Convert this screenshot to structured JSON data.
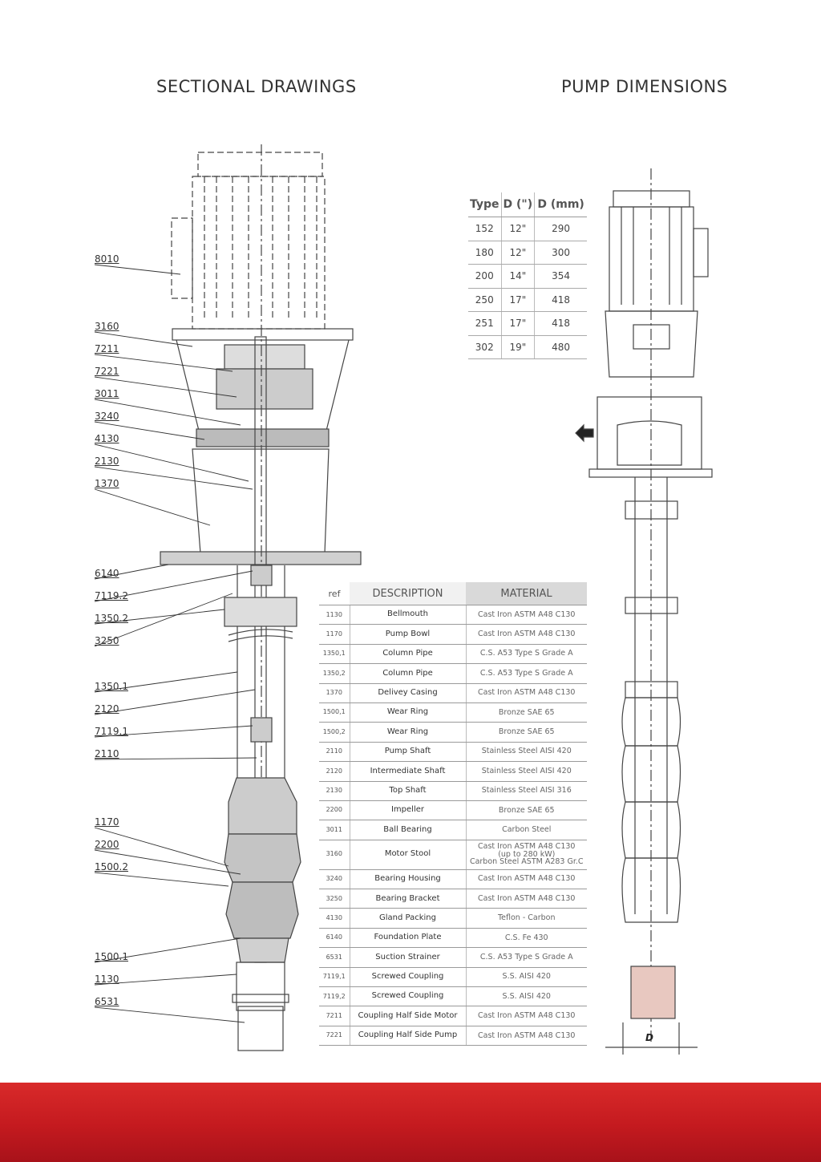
{
  "titles": {
    "sectional": "SECTIONAL DRAWINGS",
    "dimensions": "PUMP DIMENSIONS"
  },
  "dim_table": {
    "headers": [
      "Type",
      "D (\")",
      "D (mm)"
    ],
    "rows": [
      [
        "152",
        "12\"",
        "290"
      ],
      [
        "180",
        "12\"",
        "300"
      ],
      [
        "200",
        "14\"",
        "354"
      ],
      [
        "250",
        "17\"",
        "418"
      ],
      [
        "251",
        "17\"",
        "418"
      ],
      [
        "302",
        "19\"",
        "480"
      ]
    ]
  },
  "material_table": {
    "headers": [
      "ref",
      "DESCRIPTION",
      "MATERIAL"
    ],
    "rows": [
      [
        "1130",
        "Bellmouth",
        "Cast Iron ASTM A48 C130"
      ],
      [
        "1170",
        "Pump Bowl",
        "Cast Iron ASTM A48 C130"
      ],
      [
        "1350,1",
        "Column Pipe",
        "C.S. A53 Type S Grade A"
      ],
      [
        "1350,2",
        "Column Pipe",
        "C.S. A53 Type S Grade A"
      ],
      [
        "1370",
        "Delivey Casing",
        "Cast Iron ASTM A48 C130"
      ],
      [
        "1500,1",
        "Wear Ring",
        "Bronze SAE 65"
      ],
      [
        "1500,2",
        "Wear Ring",
        "Bronze SAE 65"
      ],
      [
        "2110",
        "Pump Shaft",
        "Stainless Steel AISI 420"
      ],
      [
        "2120",
        "Intermediate Shaft",
        "Stainless Steel AISI 420"
      ],
      [
        "2130",
        "Top Shaft",
        "Stainless Steel AISI 316"
      ],
      [
        "2200",
        "Impeller",
        "Bronze SAE 65"
      ],
      [
        "3011",
        "Ball Bearing",
        "Carbon Steel"
      ],
      [
        "3160",
        "Motor Stool",
        "Cast Iron ASTM A48 C130\n(up to 280 kW)\nCarbon Steel ASTM A283 Gr.C"
      ],
      [
        "3240",
        "Bearing Housing",
        "Cast Iron ASTM A48 C130"
      ],
      [
        "3250",
        "Bearing Bracket",
        "Cast Iron ASTM A48 C130"
      ],
      [
        "4130",
        "Gland Packing",
        "Teflon - Carbon"
      ],
      [
        "6140",
        "Foundation Plate",
        "C.S. Fe 430"
      ],
      [
        "6531",
        "Suction Strainer",
        "C.S. A53 Type S Grade A"
      ],
      [
        "7119,1",
        "Screwed Coupling",
        "S.S. AISI 420"
      ],
      [
        "7119,2",
        "Screwed Coupling",
        "S.S. AISI 420"
      ],
      [
        "7211",
        "Coupling Half Side Motor",
        "Cast Iron ASTM A48 C130"
      ],
      [
        "7221",
        "Coupling Half Side Pump",
        "Cast Iron ASTM A48 C130"
      ]
    ]
  },
  "callouts": [
    "8010",
    "3160",
    "7211",
    "7221",
    "3011",
    "3240",
    "4130",
    "2130",
    "1370",
    "6140",
    "7119.2",
    "1350.2",
    "3250",
    "1350.1",
    "2120",
    "7119.1",
    "2110",
    "1170",
    "2200",
    "1500.2",
    "1500.1",
    "1130",
    "6531"
  ],
  "dimension_label": "D"
}
